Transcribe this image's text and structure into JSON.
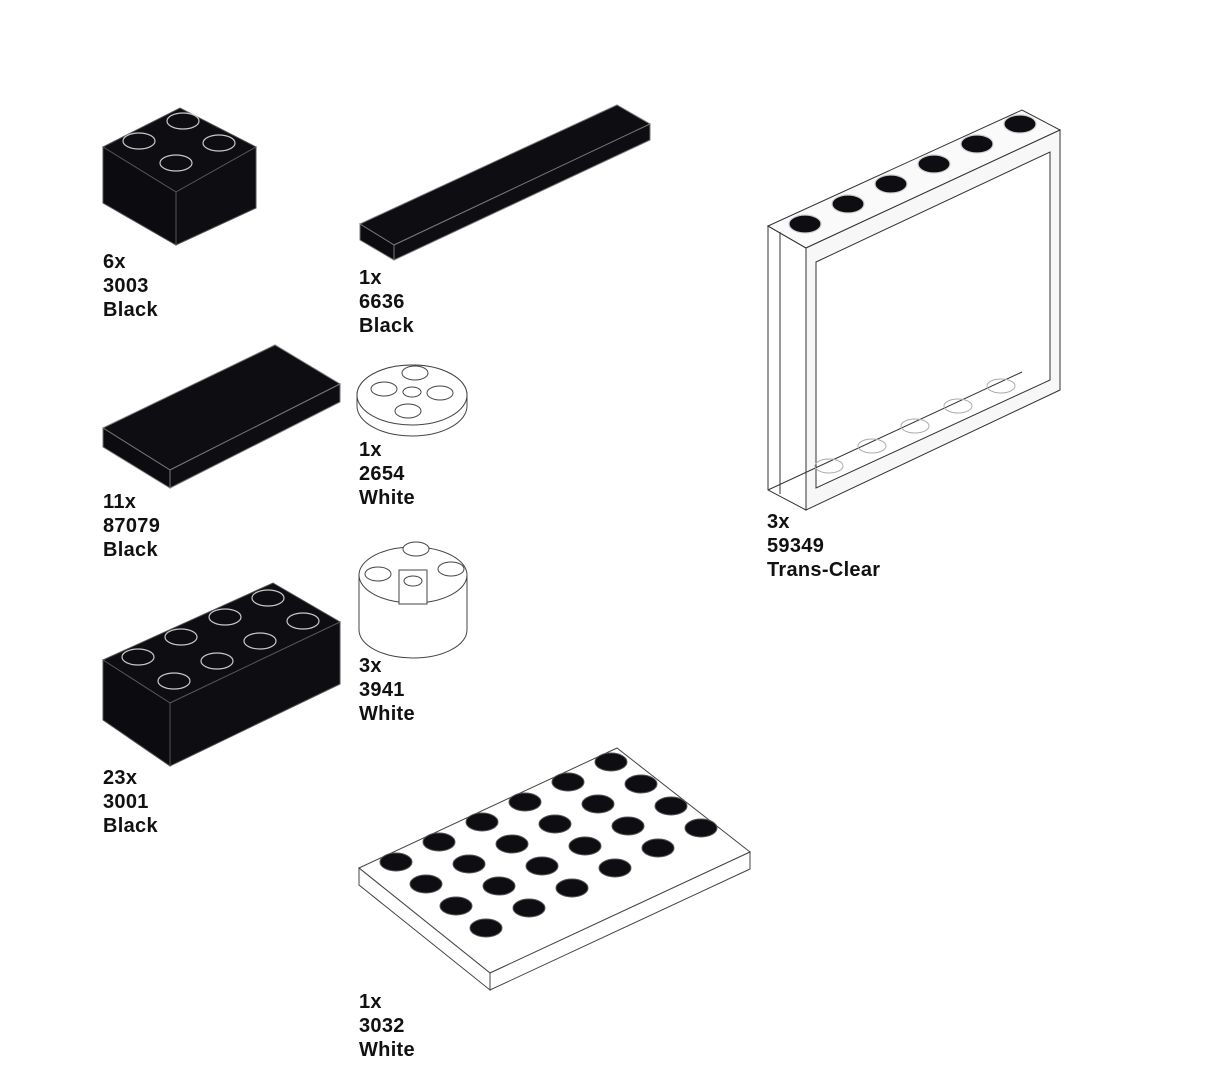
{
  "parts": {
    "p3003": {
      "qty": "6x",
      "id": "3003",
      "color": "Black"
    },
    "p6636": {
      "qty": "1x",
      "id": "6636",
      "color": "Black"
    },
    "p87079": {
      "qty": "11x",
      "id": "87079",
      "color": "Black"
    },
    "p2654": {
      "qty": "1x",
      "id": "2654",
      "color": "White"
    },
    "p3941": {
      "qty": "3x",
      "id": "3941",
      "color": "White"
    },
    "p3001": {
      "qty": "23x",
      "id": "3001",
      "color": "Black"
    },
    "p3032": {
      "qty": "1x",
      "id": "3032",
      "color": "White"
    },
    "p59349": {
      "qty": "3x",
      "id": "59349",
      "color": "Trans-Clear"
    }
  },
  "colors": {
    "black_part": "#0d0d12",
    "outline": "#222222",
    "white_part": "#ffffff"
  }
}
